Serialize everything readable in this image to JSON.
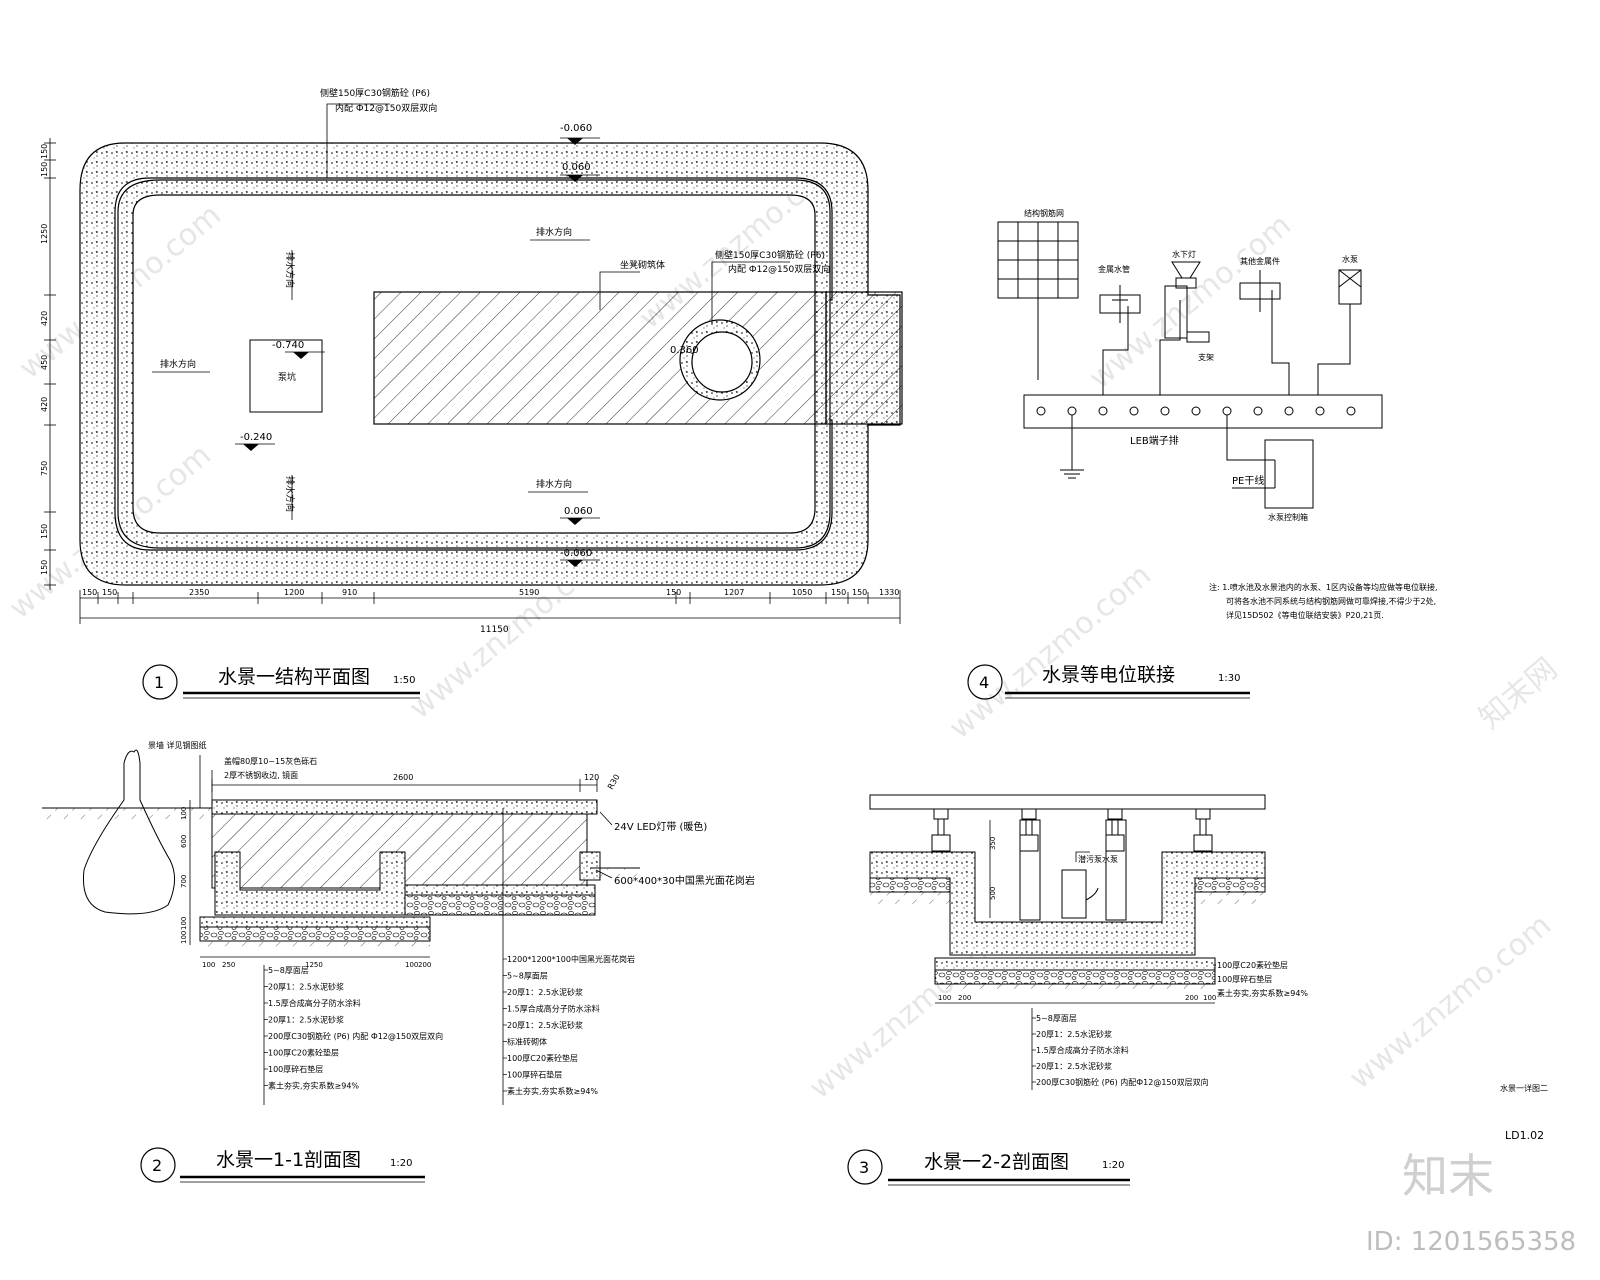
{
  "titles": {
    "plan": {
      "num": "1",
      "text": "水景一结构平面图",
      "scale": "1:50"
    },
    "section11": {
      "num": "2",
      "text": "水景一1-1剖面图",
      "scale": "1:20"
    },
    "section22": {
      "num": "3",
      "text": "水景一2-2剖面图",
      "scale": "1:20"
    },
    "equip": {
      "num": "4",
      "text": "水景等电位联接",
      "scale": "1:30"
    }
  },
  "plan": {
    "wall_note1": "侧壁150厚C30钢筋砼 (P6)",
    "wall_note2": "内配 Ф12@150双层双向",
    "elev_out_top": "-0.060",
    "elev_in_top": "0.060",
    "elev_in_bot": "0.060",
    "elev_out_bot": "-0.060",
    "elev_pit": "-0.740",
    "pit_label": "泵坑",
    "elev_floor": "-0.240",
    "drain1": "排水方向",
    "drain2": "排水方向",
    "drain3": "排水方向",
    "drain4": "排水方向",
    "drain5": "排水方向",
    "bench_label": "坐凳砌筑体",
    "ring_note1": "侧壁150厚C30钢筋砼 (P6)",
    "ring_note2": "内配 Ф12@150双层双向",
    "ring_elev": "0.360",
    "dims_bottom": [
      "150",
      "150",
      "2350",
      "1200",
      "910",
      "5190",
      "150",
      "1207",
      "1050",
      "150",
      "150",
      "1330"
    ],
    "total": "11150",
    "dims_left": [
      "150",
      "150",
      "1250",
      "420",
      "450",
      "420",
      "750",
      "150",
      "150"
    ]
  },
  "equip": {
    "mesh_label": "结构钢筋网",
    "pipe_label": "金属水管",
    "lamp_label": "水下灯",
    "bracket_label": "支架",
    "other_label": "其他金属件",
    "pump_label": "水泵",
    "bar_label": "LEB端子排",
    "pe_label": "PE干线",
    "panel_label": "水泵控制箱",
    "note1": "注: 1.喷水池及水景池内的水泵、1区内设备等均应做等电位联接,",
    "note2": "可将各水池不同系统与结构钢筋网做可靠焊接,不得少于2处,",
    "note3": "详见15D502《等电位联结安装》P20,21页."
  },
  "section11": {
    "top_label": "景墙 详见钢图纸",
    "note_a": "盖帽80厚10~15灰色砾石",
    "note_b": "2厚不锈钢收边, 镜面",
    "dim_top": "2600",
    "dim_top2": "120",
    "dim_r": "R30",
    "led": "24V LED灯带 (暖色)",
    "paver": "600*400*30中国黑光面花岗岩",
    "dims_left": [
      "100",
      "600",
      "700",
      "100",
      "100"
    ],
    "dims_bottom": [
      "100",
      "250",
      "1250",
      "100",
      "200"
    ],
    "layers_left": [
      "5~8厚面层",
      "20厚1：2.5水泥砂浆",
      "1.5厚合成高分子防水涂料",
      "20厚1：2.5水泥砂浆",
      "200厚C30钢筋砼 (P6)  内配 Ф12@150双层双向",
      "100厚C20素砼垫层",
      "100厚碎石垫层",
      "素土夯实,夯实系数≥94%"
    ],
    "layers_right": [
      "1200*1200*100中国黑光面花岗岩",
      "5~8厚面层",
      "20厚1：2.5水泥砂浆",
      "1.5厚合成高分子防水涂料",
      "20厚1：2.5水泥砂浆",
      "标准砖砌体",
      "100厚C20素砼垫层",
      "100厚碎石垫层",
      "素土夯实,夯实系数≥94%"
    ]
  },
  "section22": {
    "pump": "潜污泵水泵",
    "layers_right": [
      "100厚C20素砼垫层",
      "100厚碎石垫层",
      "素土夯实,夯实系数≥94%"
    ],
    "layers_left": [
      "5~8厚面层",
      "20厚1：2.5水泥砂浆",
      "1.5厚合成高分子防水涂料",
      "20厚1：2.5水泥砂浆",
      "200厚C30钢筋砼 (P6)   内配Ф12@150双层双向"
    ],
    "dims_bottom": [
      "100",
      "200",
      "200",
      "100"
    ],
    "dim_v": "350",
    "dim_v2": "500",
    "sheet_note": "水景一详图二"
  },
  "sheet": {
    "code": "LD1.02",
    "brand": "知末",
    "id": "ID: 1201565358",
    "wm": "www.znzmo.com",
    "wm2": "知末网"
  }
}
